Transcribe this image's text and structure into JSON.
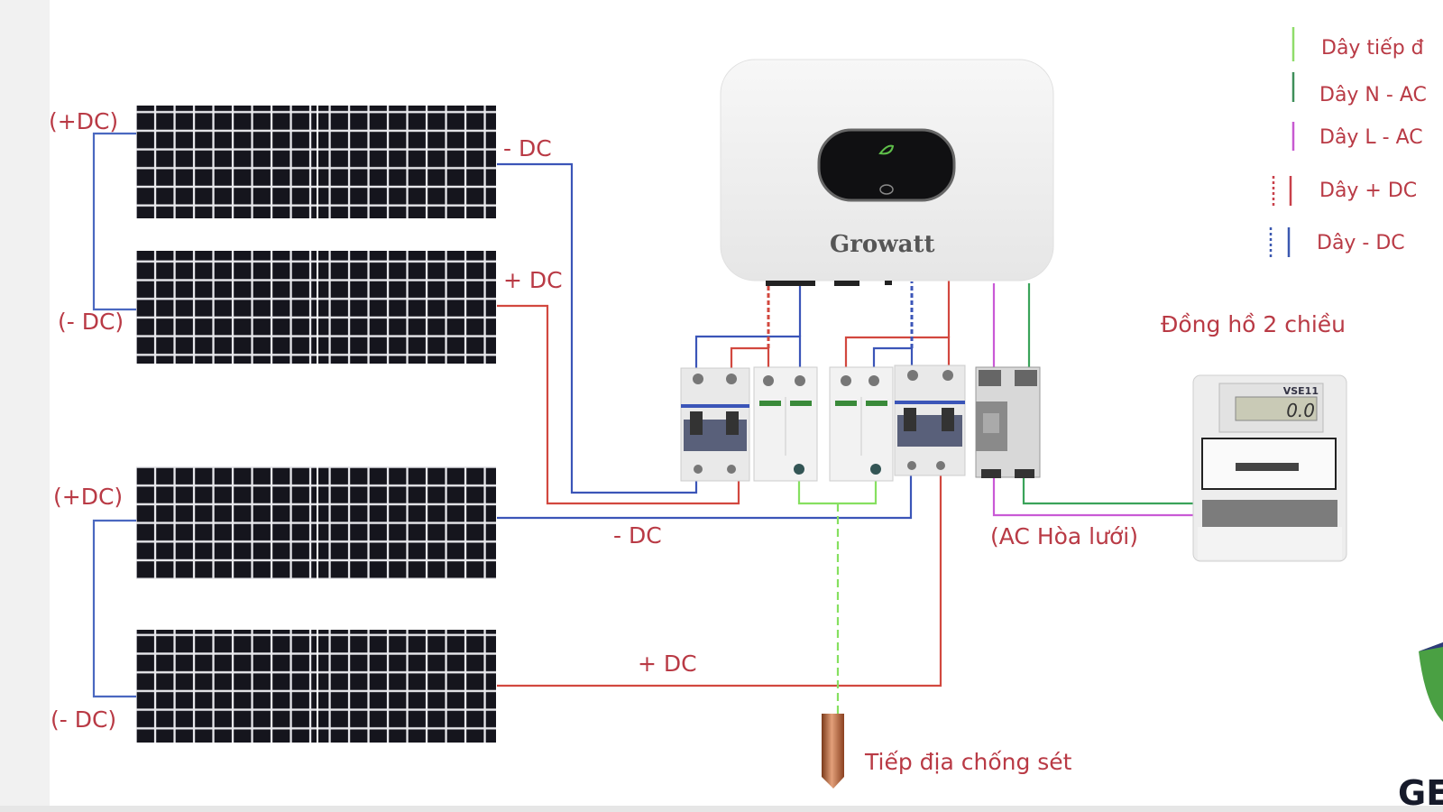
{
  "labels": {
    "string1_plus": "(+DC)",
    "string1_minus_out": "- DC",
    "string1_plus_out": "+ DC",
    "string1_minus": "(- DC)",
    "string2_plus": "(+DC)",
    "string2_minus_out": "- DC",
    "string2_plus_out": "+ DC",
    "string2_minus": "(- DC)",
    "ac_grid": "(AC Hòa lưới)",
    "meter_title": "Đồng hồ 2 chiều",
    "ground_rod": "Tiếp địa chống sét"
  },
  "inverter": {
    "brand": "Growatt"
  },
  "meter": {
    "model": "VSE11",
    "display": "0.0"
  },
  "legend": [
    {
      "label": "Dây tiếp đ",
      "color": "#8fdc6a"
    },
    {
      "label": "Dây N - AC",
      "color": "#3f8f5a"
    },
    {
      "label": "Dây L - AC",
      "color": "#c75ad0"
    },
    {
      "label": "Dây + DC",
      "color": "#c8404a"
    },
    {
      "label": "Dây - DC",
      "color": "#3b58b0"
    }
  ],
  "logo": {
    "text": "GE"
  },
  "colors": {
    "dc_plus": "#d2483f",
    "dc_minus": "#3b55b8",
    "ground": "#86e060",
    "ac_n": "#3aa35a",
    "ac_l": "#c95ad6",
    "text": "#b93a45"
  }
}
